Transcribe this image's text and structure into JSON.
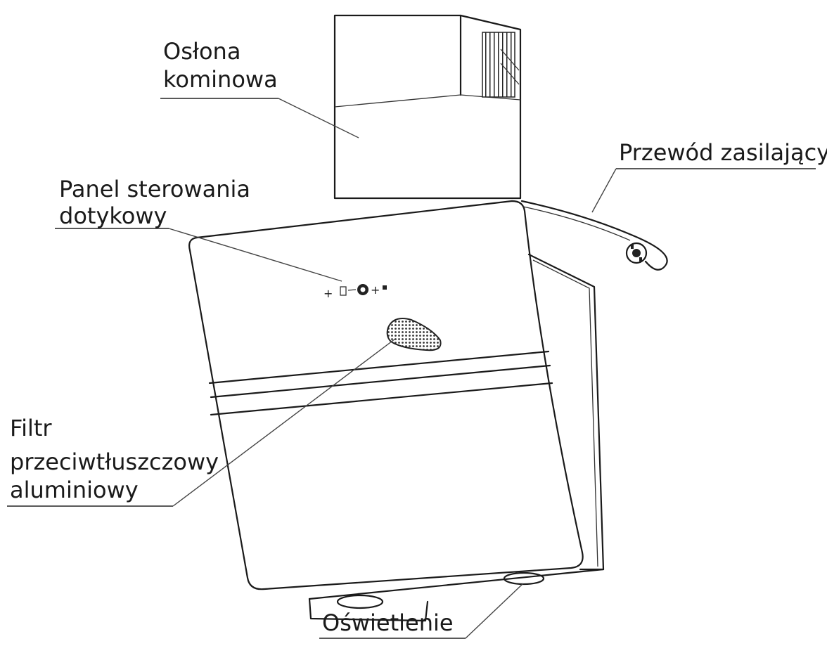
{
  "labels": {
    "chimney_line1": "Osłona",
    "chimney_line2": "kominowa",
    "cable": "Przewód zasilający",
    "panel_line1": "Panel sterowania",
    "panel_line2": "dotykowy",
    "filter_line1": "Filtr",
    "filter_line2": "przeciwtłuszczowy",
    "filter_line3": "aluminiowy",
    "lighting": "Oświetlenie"
  }
}
